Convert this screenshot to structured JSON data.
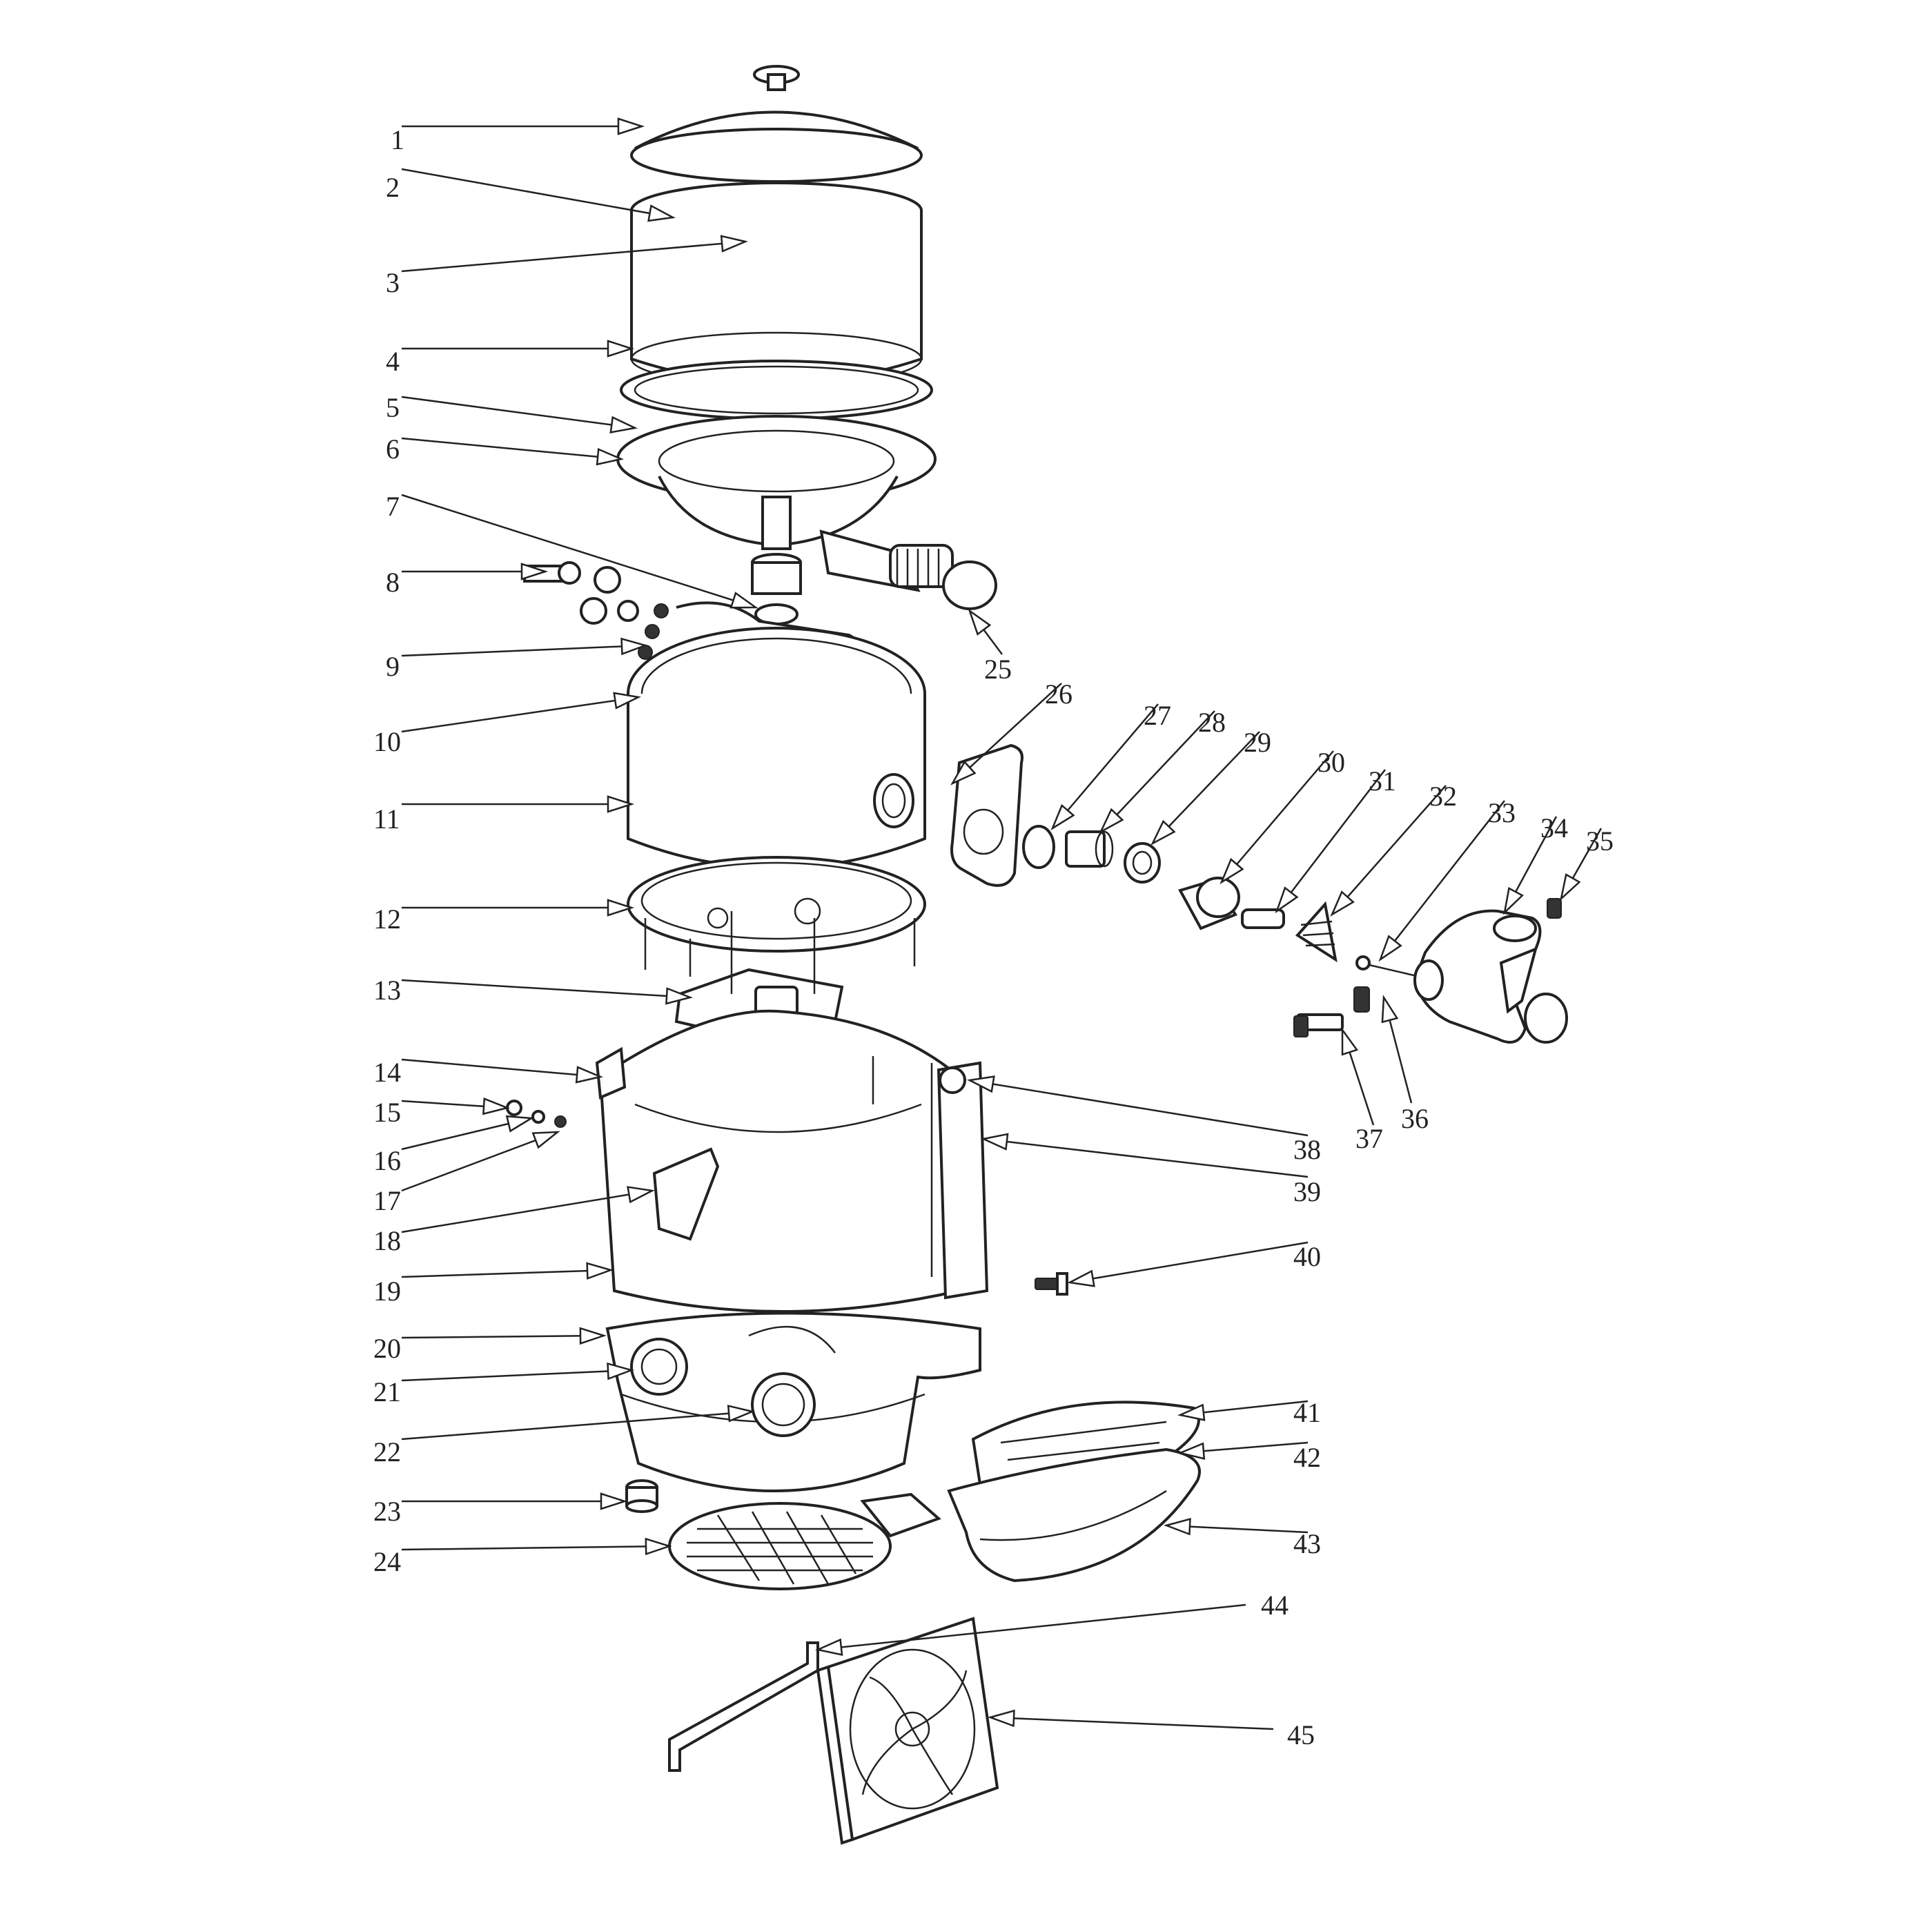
{
  "callouts": [
    {
      "id": "1"
    },
    {
      "id": "2"
    },
    {
      "id": "3"
    },
    {
      "id": "4"
    },
    {
      "id": "5"
    },
    {
      "id": "6"
    },
    {
      "id": "7"
    },
    {
      "id": "8"
    },
    {
      "id": "9"
    },
    {
      "id": "10"
    },
    {
      "id": "11"
    },
    {
      "id": "12"
    },
    {
      "id": "13"
    },
    {
      "id": "14"
    },
    {
      "id": "15"
    },
    {
      "id": "16"
    },
    {
      "id": "17"
    },
    {
      "id": "18"
    },
    {
      "id": "19"
    },
    {
      "id": "20"
    },
    {
      "id": "21"
    },
    {
      "id": "22"
    },
    {
      "id": "23"
    },
    {
      "id": "24"
    },
    {
      "id": "25"
    },
    {
      "id": "26"
    },
    {
      "id": "27"
    },
    {
      "id": "28"
    },
    {
      "id": "29"
    },
    {
      "id": "30"
    },
    {
      "id": "31"
    },
    {
      "id": "32"
    },
    {
      "id": "33"
    },
    {
      "id": "34"
    },
    {
      "id": "35"
    },
    {
      "id": "36"
    },
    {
      "id": "37"
    },
    {
      "id": "38"
    },
    {
      "id": "39"
    },
    {
      "id": "40"
    },
    {
      "id": "41"
    },
    {
      "id": "42"
    },
    {
      "id": "43"
    },
    {
      "id": "44"
    },
    {
      "id": "45"
    }
  ]
}
